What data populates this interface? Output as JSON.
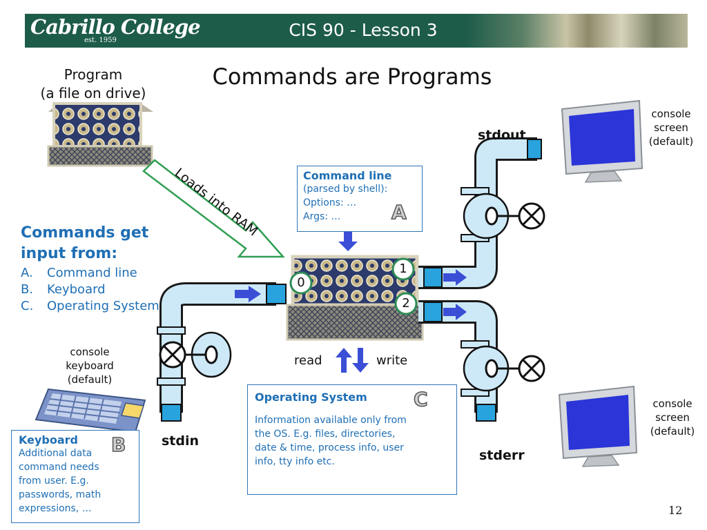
{
  "header": {
    "logo_text": "Cabrillo College",
    "logo_est": "est. 1959",
    "title": "CIS 90 - Lesson 3"
  },
  "slide": {
    "title": "Commands are Programs",
    "page_number": "12"
  },
  "program": {
    "label_line1": "Program",
    "label_line2": "(a file on drive)",
    "arrow_label": "Loads into RAM"
  },
  "inputs": {
    "heading_line1": "Commands get",
    "heading_line2": "input from:",
    "items": [
      {
        "marker": "A.",
        "label": "Command line"
      },
      {
        "marker": "B.",
        "label": "Keyboard"
      },
      {
        "marker": "C.",
        "label": "Operating System"
      }
    ]
  },
  "command_line_box": {
    "title": "Command line",
    "subtitle": "(parsed by shell):",
    "options": "Options: …",
    "args": "Args: …",
    "letter": "A"
  },
  "keyboard_box": {
    "title": "Keyboard",
    "lines": [
      "Additional data",
      "command needs",
      "from user.  E.g.",
      "passwords, math",
      "expressions, …"
    ],
    "letter": "B"
  },
  "os_box": {
    "title": "Operating System",
    "letter": "C",
    "lines": [
      "Information available only from",
      "the OS.  E.g. files, directories,",
      "date & time, process info, user",
      "info, tty info etc."
    ]
  },
  "streams": {
    "stdin": "stdin",
    "stdout": "stdout",
    "stderr": "stderr",
    "fd0": "0",
    "fd1": "1",
    "fd2": "2",
    "read": "read",
    "write": "write"
  },
  "devices": {
    "keyboard_label": [
      "console",
      "keyboard",
      "(default)"
    ],
    "screen_top_label": [
      "console",
      "screen",
      "(default)"
    ],
    "screen_bottom_label": [
      "console",
      "screen",
      "(default)"
    ]
  },
  "colors": {
    "header_bg": "#1e5c4a",
    "accent_blue": "#1f6fb5",
    "pipe_fill": "#cde9f7",
    "pipe_cap": "#29a3dd",
    "flow_arrow": "#3a4fd6",
    "fd_circle": "#2e8b57",
    "green_arrow": "#2f9e52"
  }
}
